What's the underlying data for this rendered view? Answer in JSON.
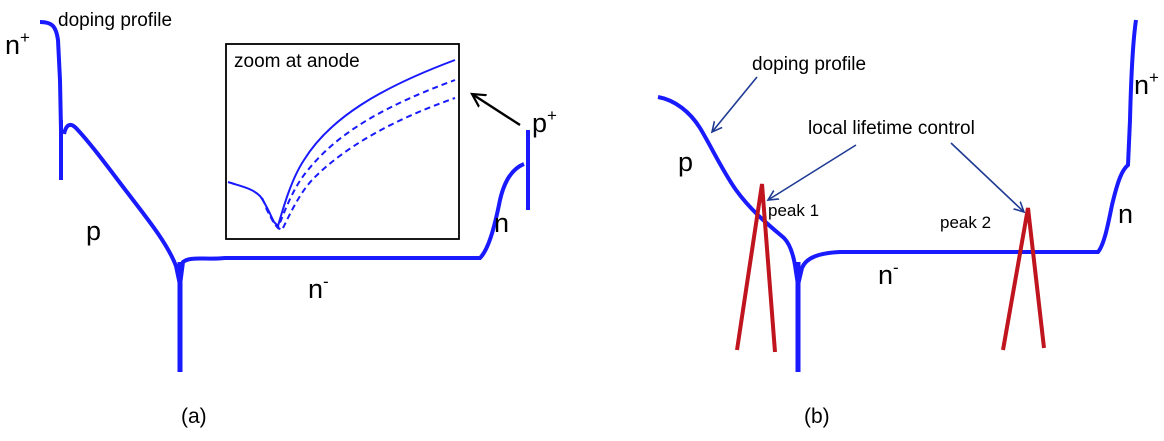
{
  "panel_a": {
    "caption": "(a)",
    "doping_label": "doping profile",
    "inset_title": "zoom at anode",
    "regions": {
      "n_plus": {
        "base": "n",
        "sup": "+"
      },
      "p": "p",
      "n_minus": {
        "base": "n",
        "sup": "-"
      },
      "n": "n",
      "p_plus": {
        "base": "p",
        "sup": "+"
      }
    }
  },
  "panel_b": {
    "caption": "(b)",
    "doping_label": "doping profile",
    "lifetime_label": "local lifetime control",
    "peak1": "peak 1",
    "peak2": "peak 2",
    "regions": {
      "p": "p",
      "n_minus": {
        "base": "n",
        "sup": "-"
      },
      "n": "n",
      "n_plus": {
        "base": "n",
        "sup": "+"
      }
    }
  },
  "colors": {
    "doping_curve": "#1a1aff",
    "lifetime_peak": "#c0141e",
    "arrow_blue": "#1f3a93",
    "arrow_black": "#000000"
  }
}
